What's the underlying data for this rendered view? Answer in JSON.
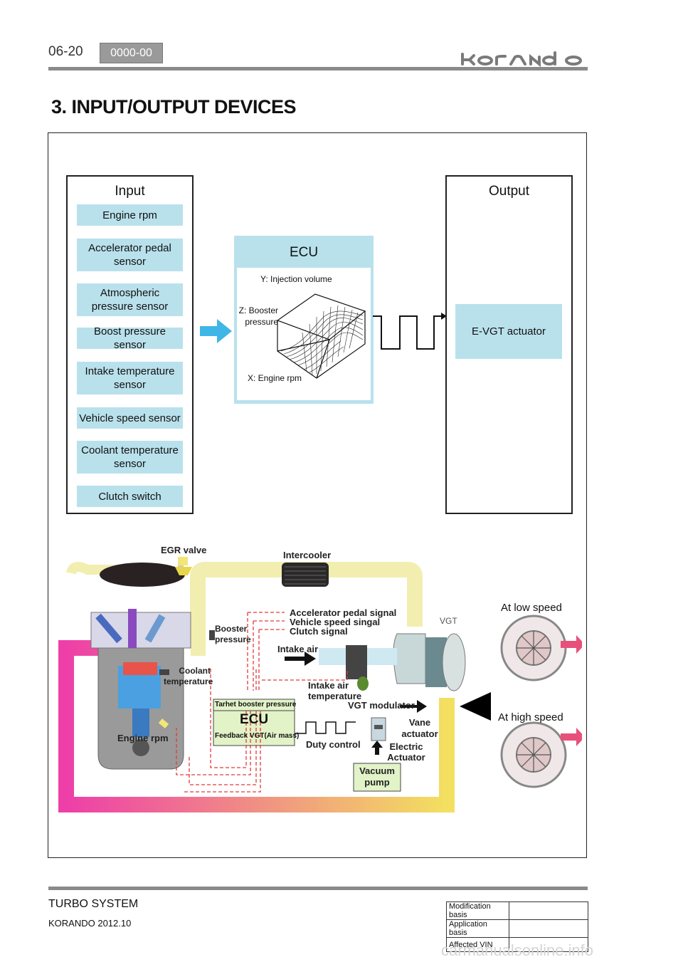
{
  "header": {
    "page_number": "06-20",
    "code": "0000-00",
    "brand_logo": "korando"
  },
  "section_title": "3. INPUT/OUTPUT DEVICES",
  "input_panel": {
    "title": "Input",
    "items": [
      "Engine rpm",
      "Accelerator pedal sensor",
      "Atmospheric pressure sensor",
      "Boost pressure sensor",
      "Intake temperature sensor",
      "Vehicle speed sensor",
      "Coolant temperature sensor",
      "Clutch switch"
    ]
  },
  "ecu_panel": {
    "title": "ECU",
    "y_label": "Y: Injection volume",
    "z_label": "Z: Booster pressure",
    "x_label": "X: Engine rpm"
  },
  "output_panel": {
    "title": "Output",
    "items": [
      "E-VGT actuator"
    ]
  },
  "system_diagram": {
    "egr_valve": "EGR valve",
    "intercooler": "Intercooler",
    "accel_signal": "Accelerator pedal signal",
    "speed_signal": "Vehicle speed singal",
    "clutch_signal": "Clutch signal",
    "vgt": "VGT",
    "booster_pressure": "Booster pressure",
    "intake_air": "Intake air",
    "coolant_temp": "Coolant temperature",
    "intake_air_temp": "Intake air temperature",
    "ecu_top": "Tarhet booster pressure",
    "ecu_title": "ECU",
    "ecu_bottom": "Feedback VGT(Air mass)",
    "vgt_modulator": "VGT modulator",
    "vane_actuator": "Vane actuator",
    "electric_actuator": "Electric Actuator",
    "duty_control": "Duty control",
    "vacuum_pump": "Vacuum pump",
    "engine_rpm": "Engine rpm",
    "low_speed": "At low speed",
    "high_speed": "At high speed"
  },
  "footer": {
    "title": "TURBO SYSTEM",
    "subtitle": "KORANDO 2012.10",
    "table": [
      {
        "label": "Modification basis",
        "value": ""
      },
      {
        "label": "Application basis",
        "value": ""
      },
      {
        "label": "Affected VIN",
        "value": ""
      }
    ],
    "watermark": "carmanualsonline.info"
  }
}
